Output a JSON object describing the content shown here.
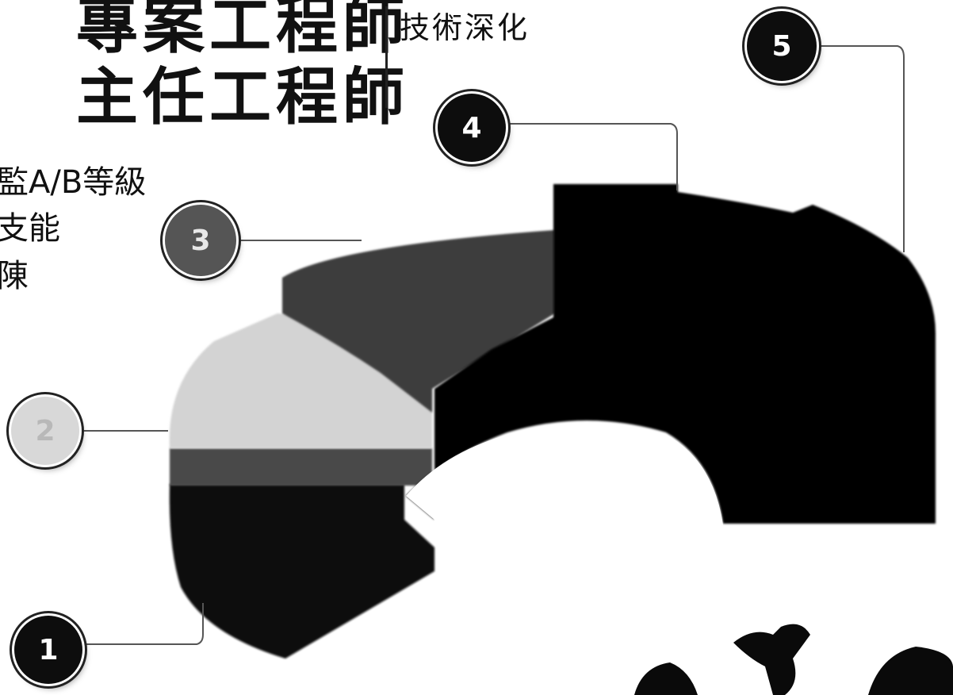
{
  "header": {
    "title_lines": [
      "專案工程師",
      "主任工程師"
    ],
    "subtitle": "技術深化"
  },
  "side_text": [
    "監A/B等級",
    "支能",
    "陳"
  ],
  "steps": [
    {
      "number": "1",
      "color": "#0d0d0d"
    },
    {
      "number": "2",
      "color": "#d8d8d8"
    },
    {
      "number": "3",
      "color": "#555555"
    },
    {
      "number": "4",
      "color": "#0d0d0d"
    },
    {
      "number": "5",
      "color": "#0d0d0d"
    }
  ]
}
